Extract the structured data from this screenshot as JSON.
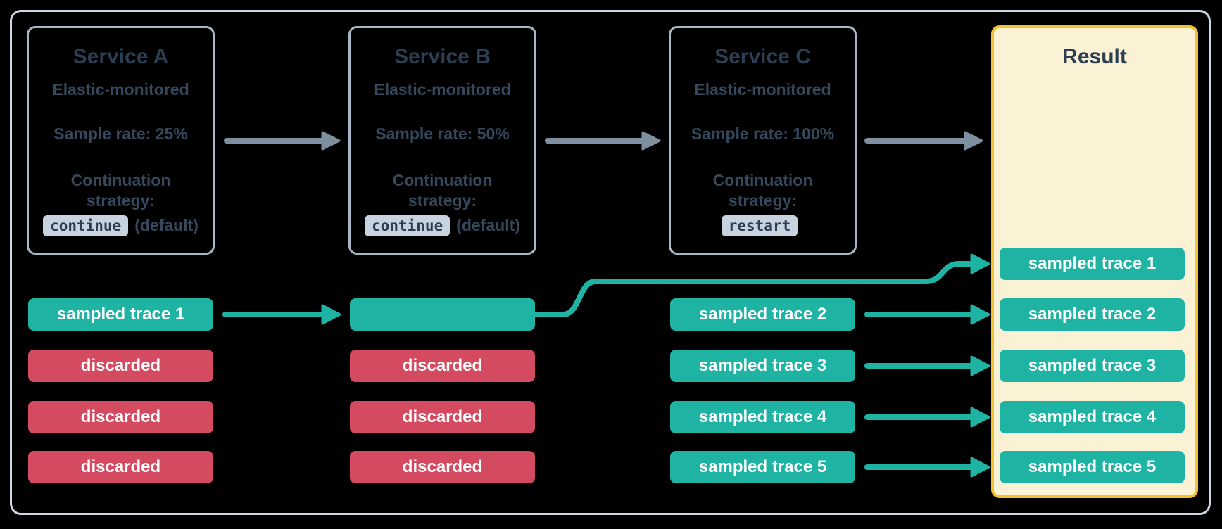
{
  "colors": {
    "background": "#000000",
    "frame_border": "#ccd9e3",
    "service_border": "#a6b6c6",
    "title_text": "#2c3e52",
    "body_text": "#35485c",
    "gray_arrow": "#7e90a0",
    "teal": "#1fb3a3",
    "red": "#d44a60",
    "chip_text": "#ffffff",
    "code_bg": "#c7d3de",
    "result_border": "#f1c232",
    "result_bg": "#fbf2d5"
  },
  "services": [
    {
      "title": "Service A",
      "monitored": "Elastic-monitored",
      "sample_rate": "Sample rate: 25%",
      "strategy_label": "Continuation strategy:",
      "strategy_value": "continue",
      "strategy_note": "(default)"
    },
    {
      "title": "Service B",
      "monitored": "Elastic-monitored",
      "sample_rate": "Sample rate: 50%",
      "strategy_label": "Continuation strategy:",
      "strategy_value": "continue",
      "strategy_note": "(default)"
    },
    {
      "title": "Service C",
      "monitored": "Elastic-monitored",
      "sample_rate": "Sample rate: 100%",
      "strategy_label": "Continuation strategy:",
      "strategy_value": "restart",
      "strategy_note": ""
    }
  ],
  "columns": {
    "service_a": [
      "sampled trace 1",
      "discarded",
      "discarded",
      "discarded"
    ],
    "service_b": [
      "",
      "discarded",
      "discarded",
      "discarded"
    ],
    "service_c": [
      "sampled trace 2",
      "sampled trace 3",
      "sampled trace 4",
      "sampled trace 5"
    ]
  },
  "result": {
    "title": "Result",
    "traces": [
      "sampled trace 1",
      "sampled trace 2",
      "sampled trace 3",
      "sampled trace 4",
      "sampled trace 5"
    ]
  }
}
